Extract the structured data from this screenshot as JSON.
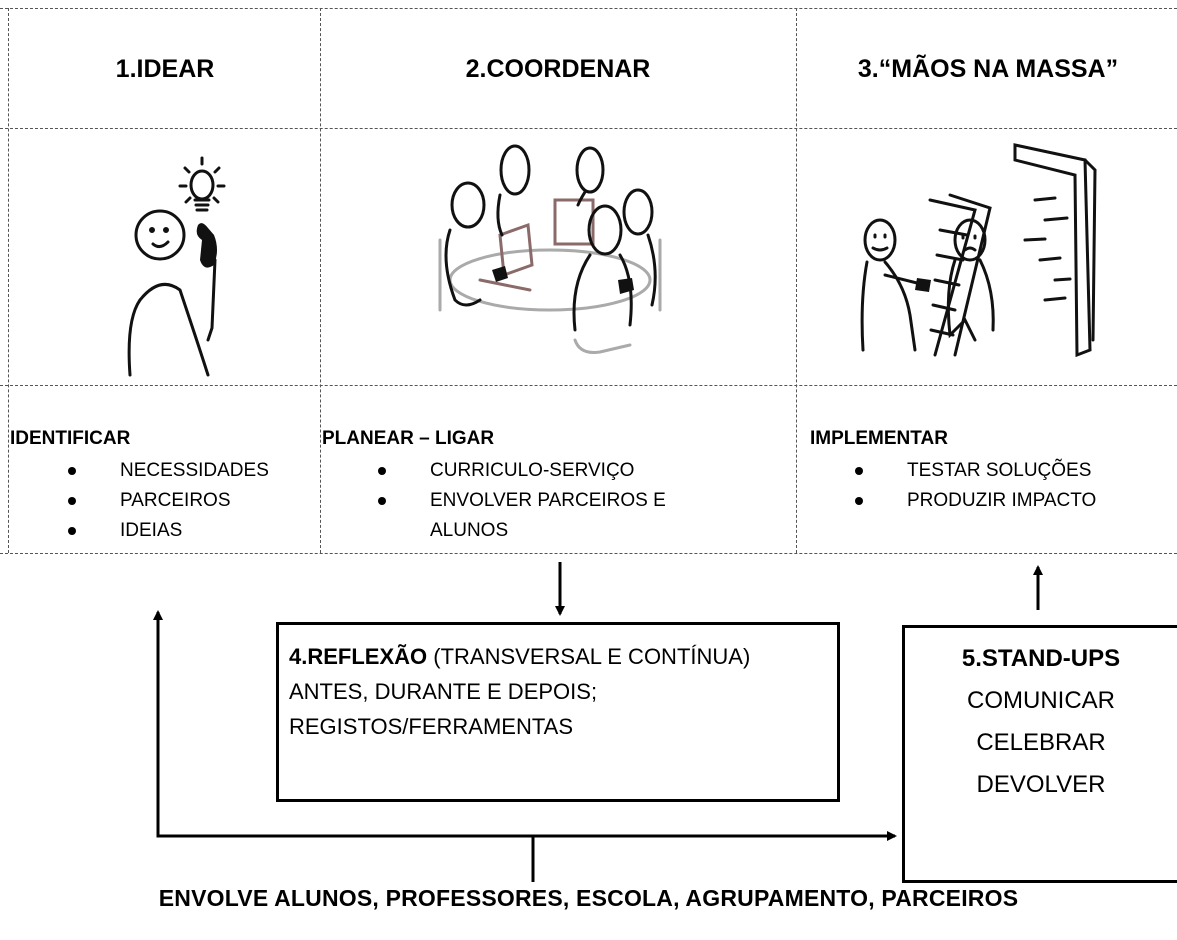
{
  "phases": [
    {
      "title": "1.IDEAR",
      "heading": "IDENTIFICAR",
      "items": [
        "NECESSIDADES",
        "PARCEIROS",
        "IDEIAS"
      ]
    },
    {
      "title": "2.COORDENAR",
      "heading": "PLANEAR – LIGAR",
      "items": [
        "CURRICULO-SERVIÇO",
        "ENVOLVER PARCEIROS E ALUNOS"
      ]
    },
    {
      "title": "3.“MÃOS NA MASSA”",
      "heading": "IMPLEMENTAR",
      "items": [
        "TESTAR SOLUÇÕES",
        "PRODUZIR IMPACTO"
      ]
    }
  ],
  "reflection": {
    "title": "4.REFLEXÃO",
    "subtitle": "(TRANSVERSAL E CONTÍNUA)",
    "line1": "ANTES, DURANTE E DEPOIS;",
    "line2": "REGISTOS/FERRAMENTAS"
  },
  "standups": {
    "title": "5.STAND-UPS",
    "items": [
      "COMUNICAR",
      "CELEBRAR",
      "DEVOLVER"
    ]
  },
  "footer": "ENVOLVE ALUNOS, PROFESSORES, ESCOLA, AGRUPAMENTO, PARCEIROS",
  "icons": [
    "person-with-idea-icon",
    "meeting-group-icon",
    "builders-ladder-wall-icon"
  ]
}
